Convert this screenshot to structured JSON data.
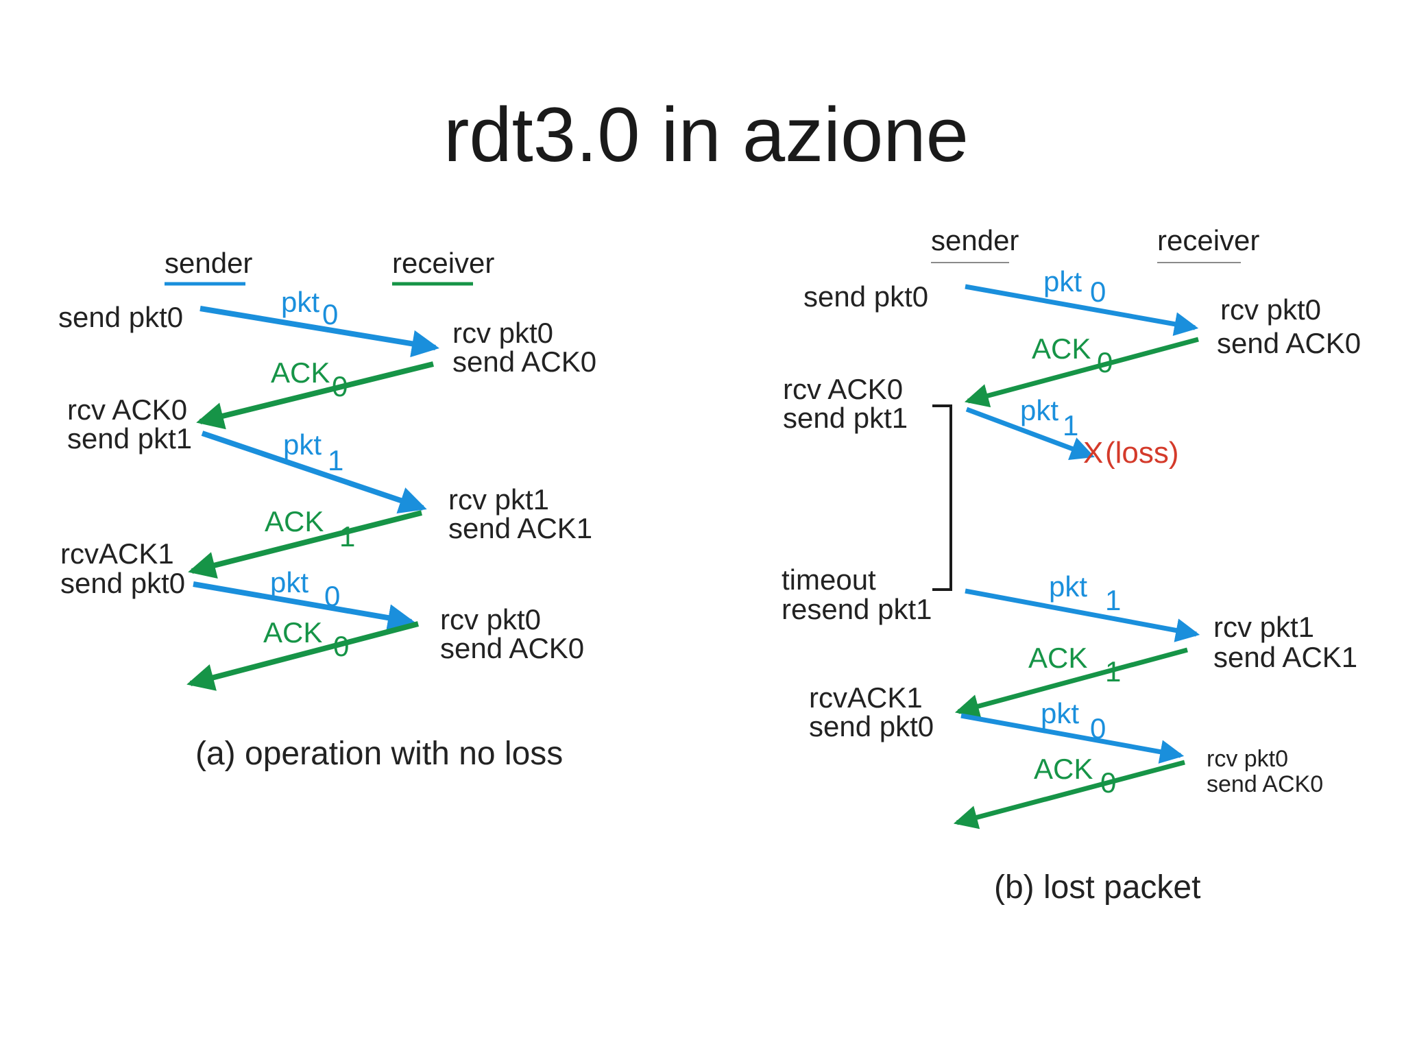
{
  "title": "rdt3.0 in azione",
  "colors": {
    "pkt": "#1a8fdc",
    "ack": "#169447",
    "loss": "#d43a2a",
    "text": "#222222"
  },
  "panel_a": {
    "sender": "sender",
    "receiver": "receiver",
    "sender_labels": [
      "send pkt0",
      "rcv ACK0",
      "send pkt1",
      "rcvACK1",
      "send pkt0"
    ],
    "receiver_labels": [
      "rcv pkt0",
      "send ACK0",
      "rcv pkt1",
      "send ACK1",
      "rcv pkt0",
      "send ACK0"
    ],
    "messages": [
      {
        "kind": "pkt",
        "word": "pkt",
        "num": "0"
      },
      {
        "kind": "ack",
        "word": "ACK",
        "num": "0"
      },
      {
        "kind": "pkt",
        "word": "pkt",
        "num": "1"
      },
      {
        "kind": "ack",
        "word": "ACK",
        "num": "1"
      },
      {
        "kind": "pkt",
        "word": "pkt",
        "num": "0"
      },
      {
        "kind": "ack",
        "word": "ACK",
        "num": "0"
      }
    ],
    "caption": "(a) operation with no loss"
  },
  "panel_b": {
    "sender": "sender",
    "receiver": "receiver",
    "sender_labels": [
      "send pkt0",
      "rcv ACK0",
      "send pkt1",
      "timeout",
      "resend pkt1",
      "rcvACK1",
      "send pkt0"
    ],
    "receiver_labels": [
      "rcv pkt0",
      "send ACK0",
      "rcv pkt1",
      "send ACK1",
      "rcv pkt0",
      "send ACK0"
    ],
    "messages": [
      {
        "kind": "pkt",
        "word": "pkt",
        "num": "0"
      },
      {
        "kind": "ack",
        "word": "ACK",
        "num": "0"
      },
      {
        "kind": "pkt",
        "word": "pkt",
        "num": "1"
      },
      {
        "kind": "pkt",
        "word": "pkt",
        "num": "1"
      },
      {
        "kind": "ack",
        "word": "ACK",
        "num": "1"
      },
      {
        "kind": "pkt",
        "word": "pkt",
        "num": "0"
      },
      {
        "kind": "ack",
        "word": "ACK",
        "num": "0"
      }
    ],
    "loss_x": "X",
    "loss_label": "(loss)",
    "caption": "(b) lost packet"
  }
}
